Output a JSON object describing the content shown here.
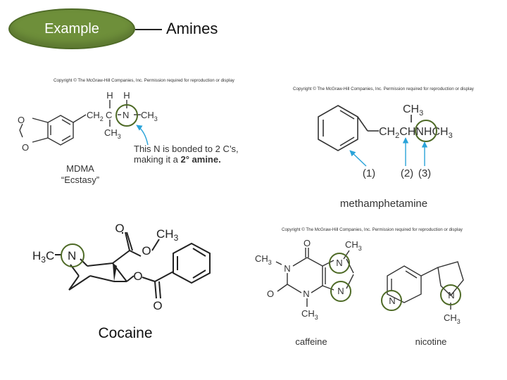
{
  "header": {
    "pill_label": "Example",
    "title": "Amines"
  },
  "copyright": "Copyright © The McGraw-Hill Companies, Inc. Permission required for reproduction or display",
  "mdma": {
    "caption_line1": "MDMA",
    "caption_line2": "“Ecstasy”",
    "note_line1": "This N is bonded to 2 C’s,",
    "note_line2_pre": "making it a ",
    "note_bold": "2° amine.",
    "atoms": {
      "h1": "H",
      "h2": "H",
      "o1": "O",
      "o2": "O",
      "ch2c": "CH",
      "ch2c_sub": "2",
      "c": "C",
      "n": "N",
      "ch3_r": "CH",
      "ch3_r_sub": "3",
      "ch3_d": "CH",
      "ch3_d_sub": "3"
    }
  },
  "meth": {
    "caption": "methamphetamine",
    "labels": [
      "(1)",
      "(2)",
      "(3)"
    ],
    "atoms": {
      "ch3_top": "CH",
      "ch3_top_sub": "3",
      "chain_a": "CH",
      "chain_a_sub": "2",
      "chain_b": "CHNH",
      "ch3_r": "CH",
      "ch3_r_sub": "3"
    }
  },
  "cocaine": {
    "caption": "Cocaine",
    "atoms": {
      "h3c": "H",
      "h3c_sub": "3",
      "h3c_c": "C",
      "n": "N",
      "o_top": "O",
      "o_ester": "O",
      "ch3": "CH",
      "ch3_sub": "3",
      "o_benz": "O",
      "o_bottom": "O"
    }
  },
  "caffeine": {
    "caption": "caffeine",
    "atoms": {
      "o_top": "O",
      "ch3_tr": "CH",
      "ch3_tr_sub": "3",
      "ch3_l": "CH",
      "ch3_l_sub": "3",
      "n1": "N",
      "n_right_top": "N",
      "o_left": "O",
      "n3": "N",
      "n_right_bot": "N",
      "ch3_b": "CH",
      "ch3_b_sub": "3"
    }
  },
  "nicotine": {
    "caption": "nicotine",
    "atoms": {
      "n_pyr": "N",
      "n_pyrr": "N",
      "ch3": "CH",
      "ch3_sub": "3"
    }
  },
  "colors": {
    "pill": "#6e8f3a",
    "circle": "#4e6a26",
    "arrow": "#29a3d9"
  }
}
